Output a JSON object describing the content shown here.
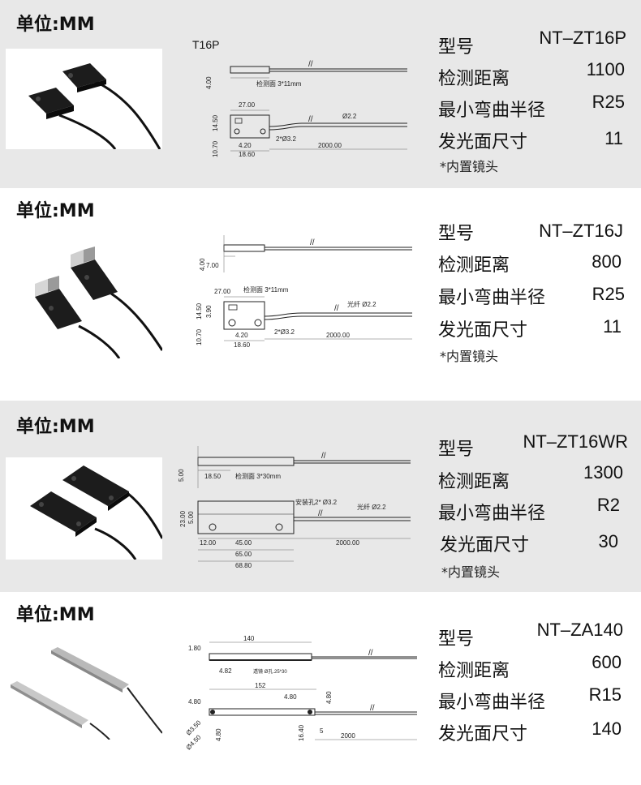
{
  "products": [
    {
      "unit": "单位:MM",
      "drawing_title": "T16P",
      "specs": [
        {
          "label": "型号",
          "value": "NT–ZT16P"
        },
        {
          "label": "检测距离",
          "value": "1100"
        },
        {
          "label": "最小弯曲半径",
          "value": "R25"
        },
        {
          "label": "发光面尺寸",
          "value": "11"
        }
      ],
      "note": "*内置镜头",
      "dims": {
        "d1": "4.00",
        "d2": "检测面 3*11mm",
        "d3": "27.00",
        "d4": "Ø2.2",
        "d5": "14.50",
        "d6": "10.70",
        "d7": "4.20",
        "d8": "18.60",
        "d9": "2*Ø3.2",
        "d10": "2000.00"
      }
    },
    {
      "unit": "单位:MM",
      "drawing_title": "",
      "specs": [
        {
          "label": "型号",
          "value": "NT–ZT16J"
        },
        {
          "label": "检测距离",
          "value": "800"
        },
        {
          "label": "最小弯曲半径",
          "value": "R25"
        },
        {
          "label": "发光面尺寸",
          "value": "11"
        }
      ],
      "note": "*内置镜头",
      "dims": {
        "d1": "4.00",
        "d2": "7.00",
        "d3": "27.00",
        "d4": "检测面 3*11mm",
        "d5": "光纤 Ø2.2",
        "d6": "14.50",
        "d7": "3.90",
        "d8": "10.70",
        "d9": "4.20",
        "d10": "18.60",
        "d11": "2*Ø3.2",
        "d12": "2000.00"
      }
    },
    {
      "unit": "单位:MM",
      "drawing_title": "",
      "specs": [
        {
          "label": "型号",
          "value": "NT–ZT16WR"
        },
        {
          "label": "检测距离",
          "value": "1300"
        },
        {
          "label": "最小弯曲半径",
          "value": "R2"
        },
        {
          "label": "发光面尺寸",
          "value": "30"
        }
      ],
      "note": "*内置镜头",
      "dims": {
        "d1": "5.00",
        "d2": "18.50",
        "d3": "检测面 3*30mm",
        "d4": "安装孔2* Ø3.2",
        "d5": "光纤 Ø2.2",
        "d6": "23.00",
        "d7": "5.00",
        "d8": "12.00",
        "d9": "45.00",
        "d10": "65.00",
        "d11": "68.80",
        "d12": "2000.00"
      }
    },
    {
      "unit": "单位:MM",
      "drawing_title": "",
      "specs": [
        {
          "label": "型号",
          "value": "NT–ZA140"
        },
        {
          "label": "检测距离",
          "value": "600"
        },
        {
          "label": "最小弯曲半径",
          "value": "R15"
        },
        {
          "label": "发光面尺寸",
          "value": "140"
        }
      ],
      "note": "",
      "dims": {
        "d1": "140",
        "d2": "1.80",
        "d3": "4.82",
        "d4": "透镜 Ø孔.25*30",
        "d5": "152",
        "d6": "4.80",
        "d7": "4.80",
        "d8": "4.80",
        "d9": "Ø3.50",
        "d10": "Ø4.50",
        "d11": "4.80",
        "d12": "16.40",
        "d13": "5",
        "d14": "2000"
      }
    }
  ],
  "icons": {
    "sensor_photo": "sensor-product-photo-icon",
    "drawing": "technical-drawing-icon"
  }
}
